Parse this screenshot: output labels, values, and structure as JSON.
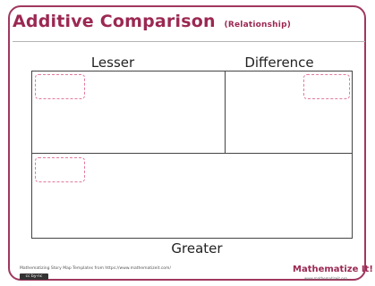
{
  "header": {
    "title": "Additive Comparison",
    "subtitle": "(Relationship)"
  },
  "columns": {
    "lesser_label": "Lesser",
    "difference_label": "Difference",
    "greater_label": "Greater"
  },
  "footer": {
    "credit": "Mathematizing Story Map Templates from https://www.mathematizeit.com/",
    "license_badge": "cc by-nc",
    "brand": "Mathematize It!",
    "brand_url": "www.mathematizeit.org"
  },
  "colors": {
    "accent": "#9b2852",
    "placeholder_border": "#e27a9a"
  }
}
